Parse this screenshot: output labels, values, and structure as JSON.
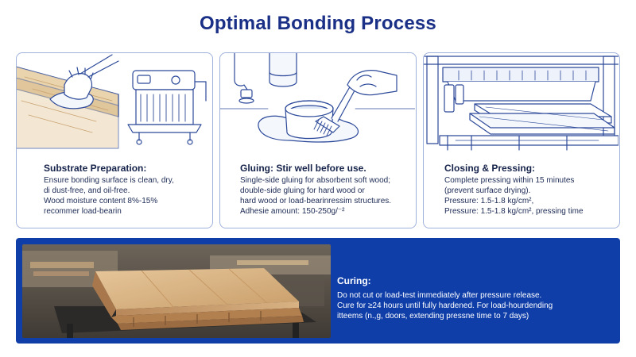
{
  "title": "Optimal Bonding Process",
  "steps": [
    {
      "heading": "Substrate Preparation:",
      "lines": [
        "Ensure bonding surface is clean, dry,",
        "di dust-free, and oil-free.",
        "Wood moisture content 8%-15%",
        "recommer load-bearin"
      ],
      "icon": "cloth-wipe-and-moisture-meter-icon"
    },
    {
      "heading": "Gluing: Stir well before use.",
      "lines": [
        "Single-side gluing for absorbent soft wood;",
        "double-side gluing for hard wood or",
        "hard wood or load-bearinressim structures.",
        "Adhesie amount: 150-250g/⁻²"
      ],
      "icon": "glue-pot-and-brush-icon"
    },
    {
      "heading": "Closing & Pressing:",
      "lines": [
        "Complete pressing within 15 minutes",
        "(prevent surface drying).",
        "Pressure: 1.5-1.8 kg/cm²,",
        "Pressure: 1.5-1.8 kg/cm², pressing time"
      ],
      "icon": "hydraulic-press-icon"
    }
  ],
  "curing": {
    "heading": "Curing:",
    "lines": [
      "Do not cut or load-test immediately after pressure release.",
      "Cure for ≥24 hours until fully hardened. For load-hourdending",
      "itteems (n.,g, doors, extending pressne time to 7 days)"
    ],
    "icon": "glued-wood-panels-on-workbench-photo"
  },
  "colors": {
    "title": "#1a2f86",
    "card_border": "#9fb2dc",
    "line_art": "#2d4a9a",
    "banner": "#0f3ea8"
  }
}
